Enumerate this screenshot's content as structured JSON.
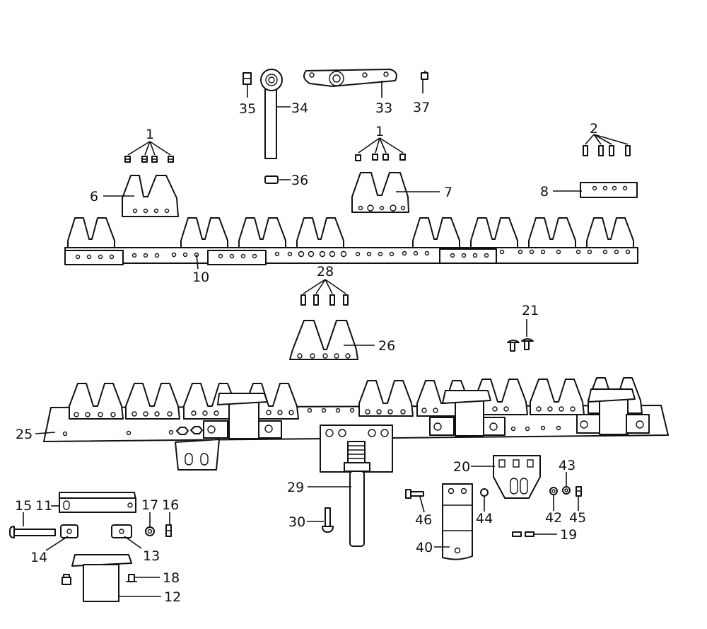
{
  "diagram": {
    "type": "exploded-parts-view",
    "callouts": {
      "c1a": "1",
      "c1b": "1",
      "c2": "2",
      "c6": "6",
      "c7": "7",
      "c8": "8",
      "c10": "10",
      "c11": "11",
      "c12": "12",
      "c13": "13",
      "c14": "14",
      "c15": "15",
      "c16": "16",
      "c17": "17",
      "c18": "18",
      "c19": "19",
      "c20": "20",
      "c21": "21",
      "c25": "25",
      "c26": "26",
      "c28": "28",
      "c29": "29",
      "c30": "30",
      "c33": "33",
      "c34": "34",
      "c35": "35",
      "c36": "36",
      "c37": "37",
      "c40": "40",
      "c42": "42",
      "c43": "43",
      "c44": "44",
      "c45": "45",
      "c46": "46"
    }
  }
}
